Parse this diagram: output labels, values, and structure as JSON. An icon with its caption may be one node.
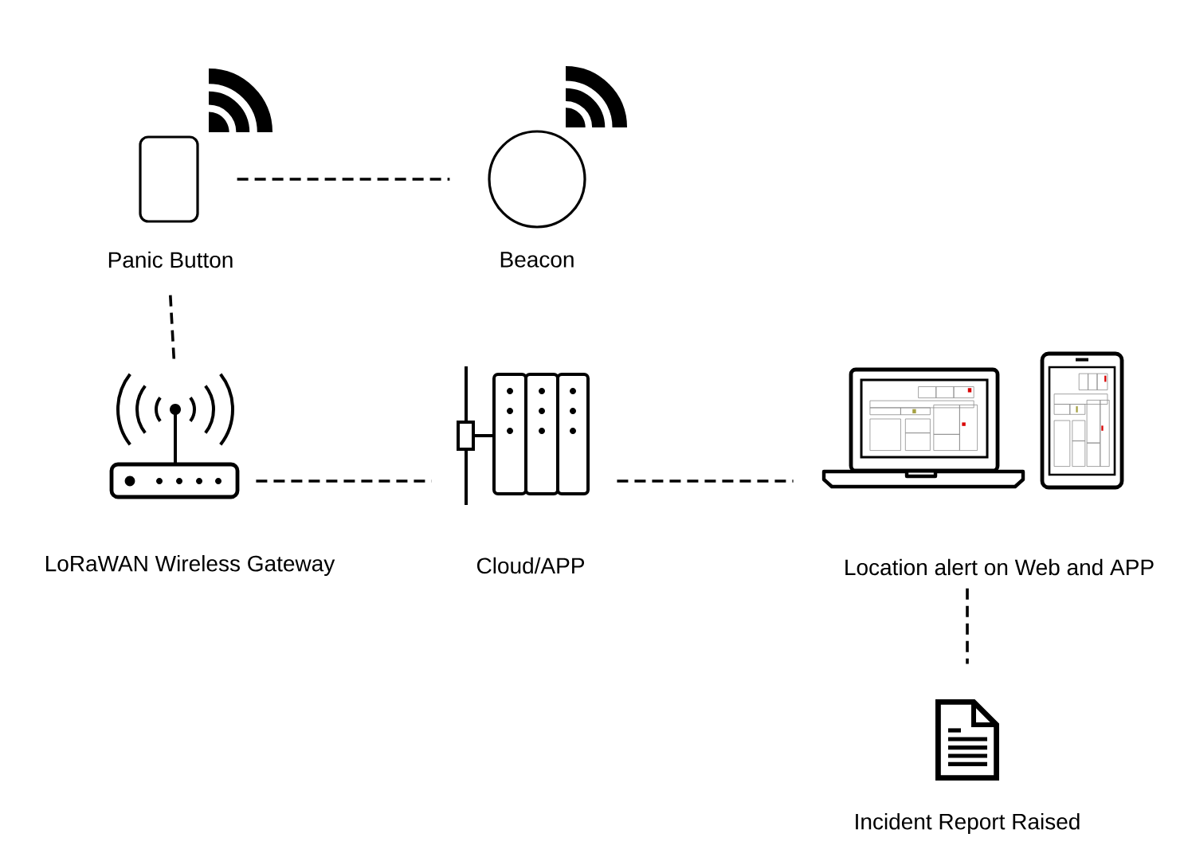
{
  "diagram": {
    "nodes": [
      {
        "text": [],
        "shape": "box",
        "beside": [
          "Panic Button"
        ]
      },
      {
        "text": [],
        "shape": "circle",
        "beside": [
          "Beacon"
        ]
      },
      {
        "text": [],
        "shape": "picture",
        "beside": [
          "LoRaWAN Wireless Gateway"
        ]
      },
      {
        "text": [],
        "shape": "picture",
        "beside": [
          "Cloud/APP"
        ]
      },
      {
        "text": [],
        "shape": "picture",
        "beside": [
          "Location alert on Web and APP"
        ]
      },
      {
        "text": [],
        "shape": "picture",
        "beside": [
          "Incident Report Raised"
        ]
      }
    ],
    "edges": [
      {
        "from": 0,
        "to": 1,
        "arrow": "none",
        "style": "dashed"
      },
      {
        "from": 0,
        "to": 2,
        "arrow": "none",
        "style": "dashed"
      },
      {
        "from": 2,
        "to": 3,
        "arrow": "none",
        "style": "dashed"
      },
      {
        "from": 3,
        "to": 4,
        "arrow": "none",
        "style": "dashed"
      },
      {
        "from": 4,
        "to": 5,
        "arrow": "none",
        "style": "dashed"
      }
    ]
  }
}
